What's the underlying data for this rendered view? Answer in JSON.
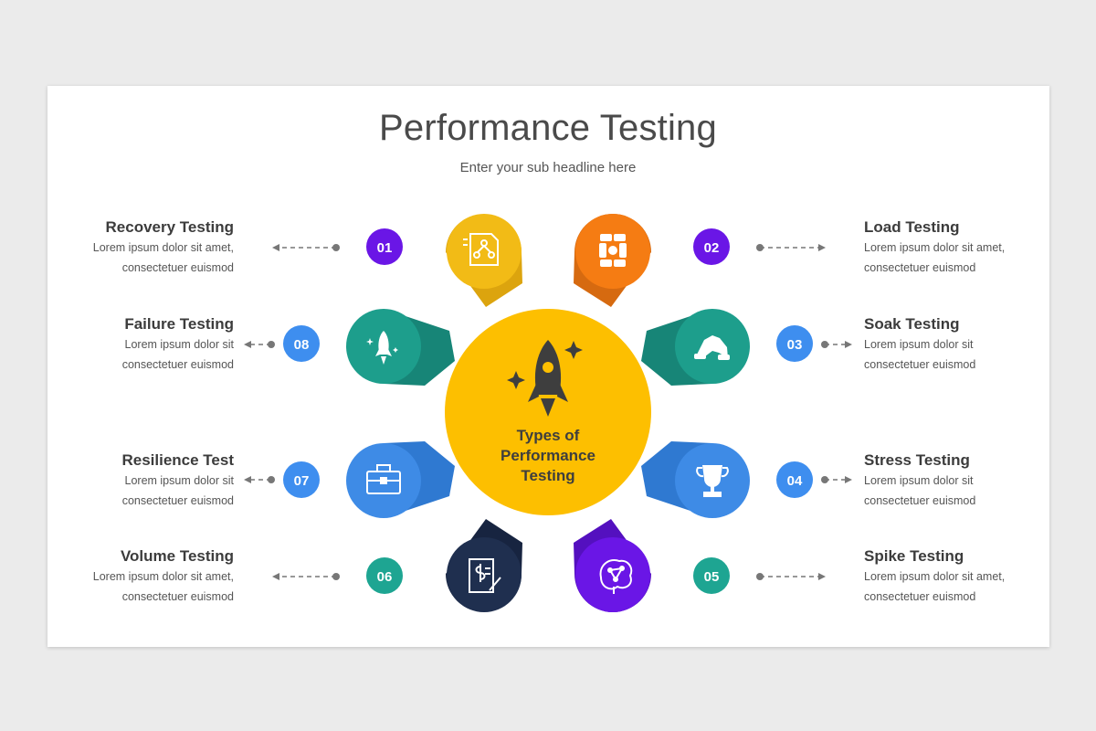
{
  "title": "Performance Testing",
  "subtitle": "Enter your sub headline here",
  "center": {
    "line1": "Types of",
    "line2": "Performance",
    "line3": "Testing",
    "icon": "rocket-icon",
    "color": "#FDBF00"
  },
  "items": [
    {
      "number": "01",
      "name": "Recovery Testing",
      "desc1": "Lorem ipsum dolor sit amet,",
      "desc2": "consectetuer euismod",
      "color": "#6A16E6",
      "petal": "#F2BB16",
      "icon": "flowchart-document-icon"
    },
    {
      "number": "02",
      "name": "Load Testing",
      "desc1": "Lorem ipsum dolor sit amet,",
      "desc2": "consectetuer euismod",
      "color": "#6A16E6",
      "petal": "#F57C13",
      "icon": "joined-hands-icon"
    },
    {
      "number": "03",
      "name": "Soak Testing",
      "desc1": "Lorem ipsum dolor sit",
      "desc2": "consectetuer euismod",
      "color": "#3E8EEF",
      "petal": "#1D9E8C",
      "icon": "handshake-icon"
    },
    {
      "number": "04",
      "name": "Stress Testing",
      "desc1": "Lorem ipsum dolor sit",
      "desc2": "consectetuer euismod",
      "color": "#3E8EEF",
      "petal": "#3E8BE6",
      "icon": "trophy-icon"
    },
    {
      "number": "05",
      "name": "Spike Testing",
      "desc1": "Lorem ipsum dolor sit amet,",
      "desc2": "consectetuer euismod",
      "color": "#1EA592",
      "petal": "#6A16E6",
      "icon": "brain-network-icon"
    },
    {
      "number": "06",
      "name": "Volume Testing",
      "desc1": "Lorem ipsum dolor sit amet,",
      "desc2": "consectetuer euismod",
      "color": "#1EA592",
      "petal": "#1F2F4F",
      "icon": "invoice-document-icon"
    },
    {
      "number": "07",
      "name": "Resilience Test",
      "desc1": "Lorem ipsum dolor sit",
      "desc2": "consectetuer euismod",
      "color": "#3E8EEF",
      "petal": "#3E8BE6",
      "icon": "briefcase-icon"
    },
    {
      "number": "08",
      "name": "Failure Testing",
      "desc1": "Lorem ipsum dolor sit",
      "desc2": "consectetuer euismod",
      "color": "#3E8EEF",
      "petal": "#1D9E8C",
      "icon": "small-rocket-icon"
    }
  ]
}
